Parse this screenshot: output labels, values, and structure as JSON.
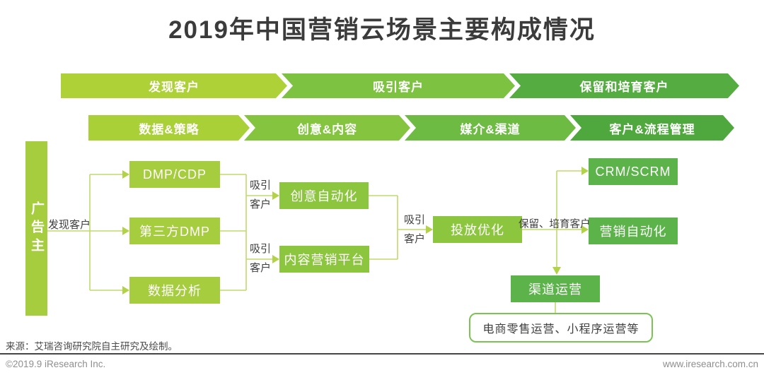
{
  "title": "2019年中国营销云场景主要构成情况",
  "stage_band": {
    "items": [
      {
        "label": "发现客户",
        "color": "#aed137"
      },
      {
        "label": "吸引客户",
        "color": "#7ec242"
      },
      {
        "label": "保留和培育客户",
        "color": "#55ac41"
      }
    ]
  },
  "category_band": {
    "items": [
      {
        "label": "数据&策略",
        "color": "#a9d037"
      },
      {
        "label": "创意&内容",
        "color": "#84c43f"
      },
      {
        "label": "媒介&渠道",
        "color": "#6ebb44"
      },
      {
        "label": "客户&流程管理",
        "color": "#4fa83d"
      }
    ]
  },
  "flow": {
    "advertiser_label": "广告主",
    "discover_label": "发现客户",
    "attract_label_1": "吸引客户",
    "attract_label_2": "吸引客户",
    "attract_label_3": "吸引客户",
    "retain_label": "保留、培育客户",
    "data_boxes": [
      "DMP/CDP",
      "第三方DMP",
      "数据分析"
    ],
    "creative_boxes": [
      "创意自动化",
      "内容营销平台"
    ],
    "media_box": "投放优化",
    "crm_boxes": [
      "CRM/SCRM",
      "营销自动化"
    ],
    "channel_box": "渠道运营",
    "outcome_box": "电商零售运营、小程序运营等"
  },
  "colors": {
    "box_light_green": "#a5cd3d",
    "box_mid_green": "#8cc63f",
    "box_dark_green": "#5bb349",
    "connector_green": "#c0da6c",
    "arrowhead_green": "#b2d348",
    "outcome_border_green": "#7cc356",
    "title_gray": "#3b3b3b"
  },
  "footer": {
    "source": "来源：艾瑞咨询研究院自主研究及绘制。",
    "copyright": "©2019.9 iResearch Inc.",
    "website": "www.iresearch.com.cn"
  }
}
